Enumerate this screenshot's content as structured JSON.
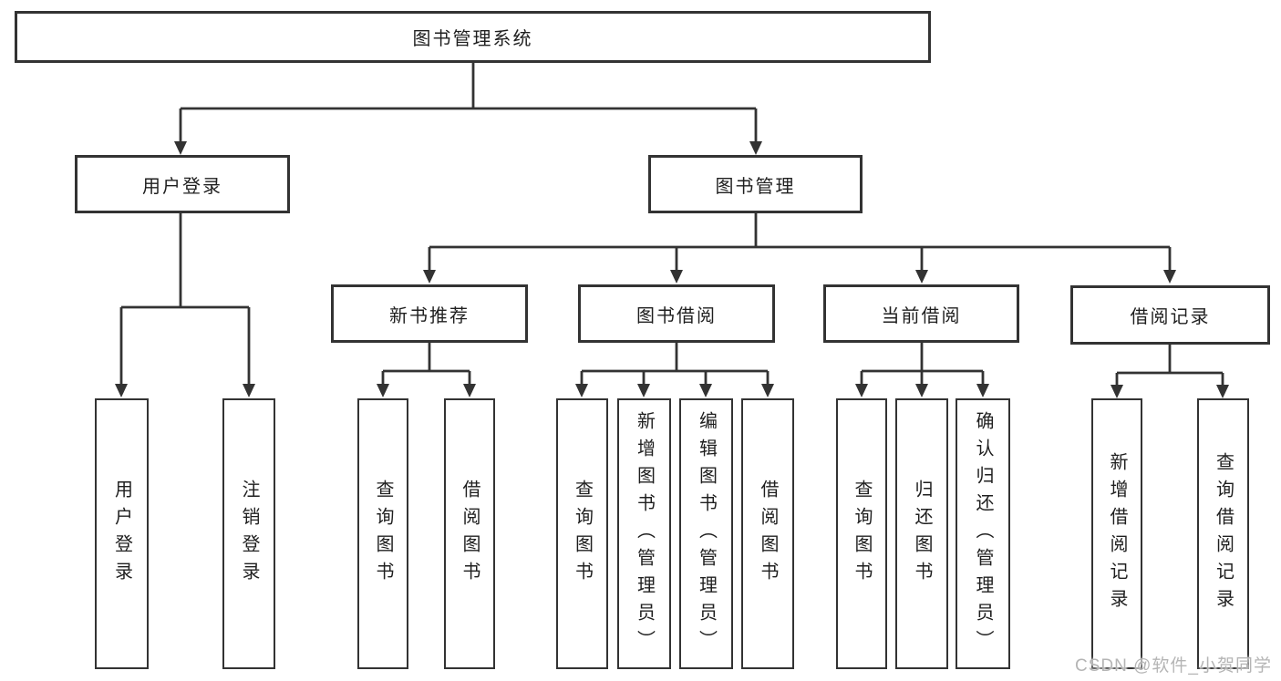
{
  "diagram": {
    "root": {
      "label": "图书管理系统"
    },
    "branches": [
      {
        "label": "用户登录",
        "children": [
          {
            "label": "用户登录"
          },
          {
            "label": "注销登录"
          }
        ]
      },
      {
        "label": "图书管理",
        "children": [
          {
            "label": "新书推荐",
            "children": [
              {
                "label": "查询图书"
              },
              {
                "label": "借阅图书"
              }
            ]
          },
          {
            "label": "图书借阅",
            "children": [
              {
                "label": "查询图书"
              },
              {
                "label": "新增图书（管理员）"
              },
              {
                "label": "编辑图书（管理员）"
              },
              {
                "label": "借阅图书"
              }
            ]
          },
          {
            "label": "当前借阅",
            "children": [
              {
                "label": "查询图书"
              },
              {
                "label": "归还图书"
              },
              {
                "label": "确认归还（管理员）"
              }
            ]
          },
          {
            "label": "借阅记录",
            "children": [
              {
                "label": "新增借阅记录"
              },
              {
                "label": "查询借阅记录"
              }
            ]
          }
        ]
      }
    ]
  },
  "watermark": {
    "text": "CSDN @软件_小贺同学"
  },
  "colors": {
    "line": "#333333",
    "box_background": "#ffffff",
    "watermark_text": "#b5b5b5"
  }
}
